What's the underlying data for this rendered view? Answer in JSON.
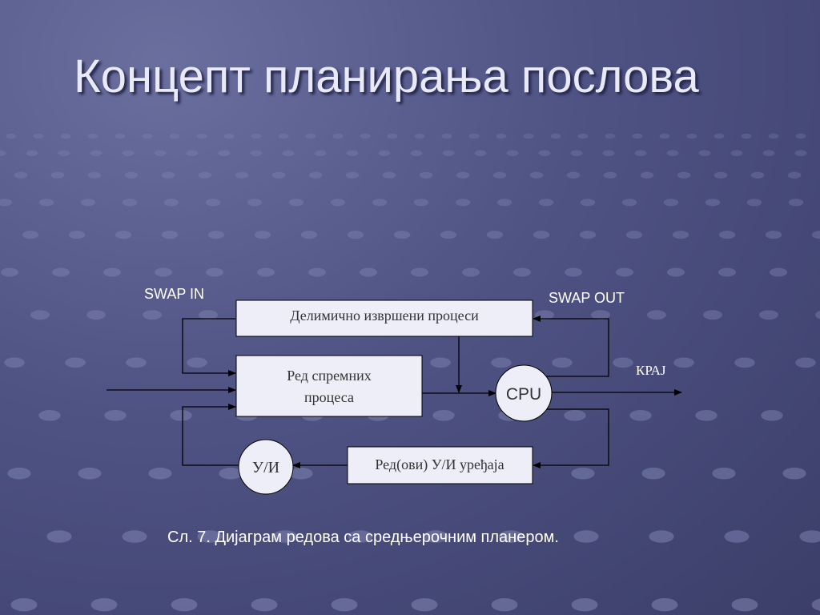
{
  "slide": {
    "title": "Концепт планирања послова",
    "caption": "Сл. 7. Дијаграм редова са средњерочним планером."
  },
  "diagram": {
    "labels": {
      "swap_in": "SWAP IN",
      "swap_out": "SWAP OUT",
      "kraj": "КРАЈ"
    },
    "nodes": {
      "partial": "Делимично извршени процеси",
      "ready_line1": "Ред спремних",
      "ready_line2": "процеса",
      "cpu": "CPU",
      "io": "У/И",
      "io_queue": "Ред(ови) У/И уређаја"
    }
  },
  "colors": {
    "box_fill": "#eeeef8",
    "line": "#000000",
    "label_text": "#ffffff"
  }
}
